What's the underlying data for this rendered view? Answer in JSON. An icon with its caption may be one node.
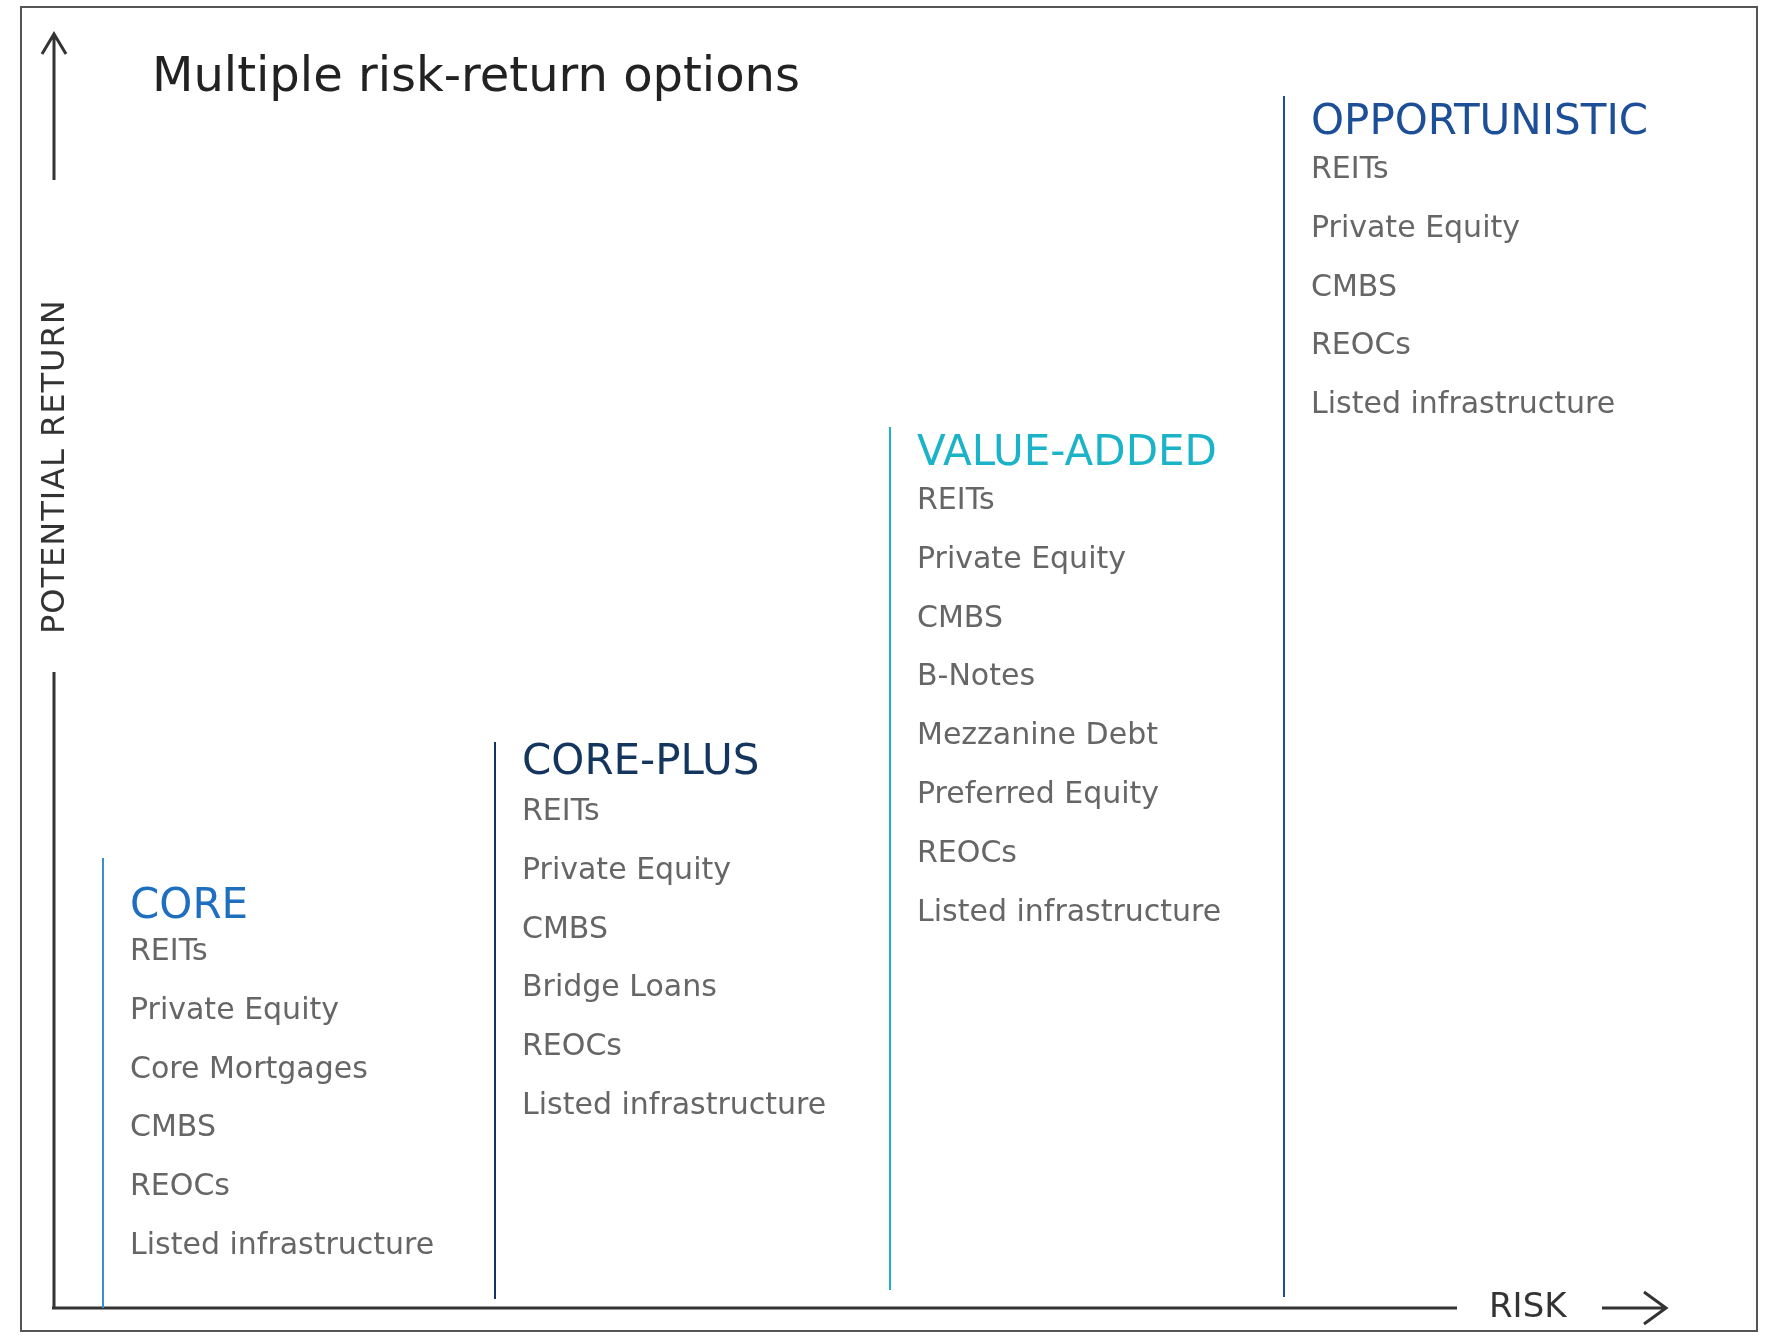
{
  "diagram": {
    "title": "Multiple risk-return options",
    "nodes": [
      {
        "text": [
          "CORE",
          "REITs",
          "Private Equity",
          "Core Mortgages",
          "CMBS",
          "REOCs",
          "Listed infrastructure"
        ]
      },
      {
        "text": [
          "CORE-PLUS",
          "REITs",
          "Private Equity",
          "CMBS",
          "Bridge Loans",
          "REOCs",
          "Listed infrastructure"
        ]
      },
      {
        "text": [
          "VALUE-ADDED",
          "REITs",
          "Private Equity",
          "CMBS",
          "B-Notes",
          "Mezzanine Debt",
          "Preferred Equity",
          "REOCs",
          "Listed infrastructure"
        ]
      },
      {
        "text": [
          "OPPORTUNISTIC",
          "REITs",
          "Private Equity",
          "CMBS",
          "REOCs",
          "Listed infrastructure"
        ]
      }
    ],
    "edges": [],
    "labels": [
      "POTENTIAL RETURN",
      "RISK"
    ]
  }
}
